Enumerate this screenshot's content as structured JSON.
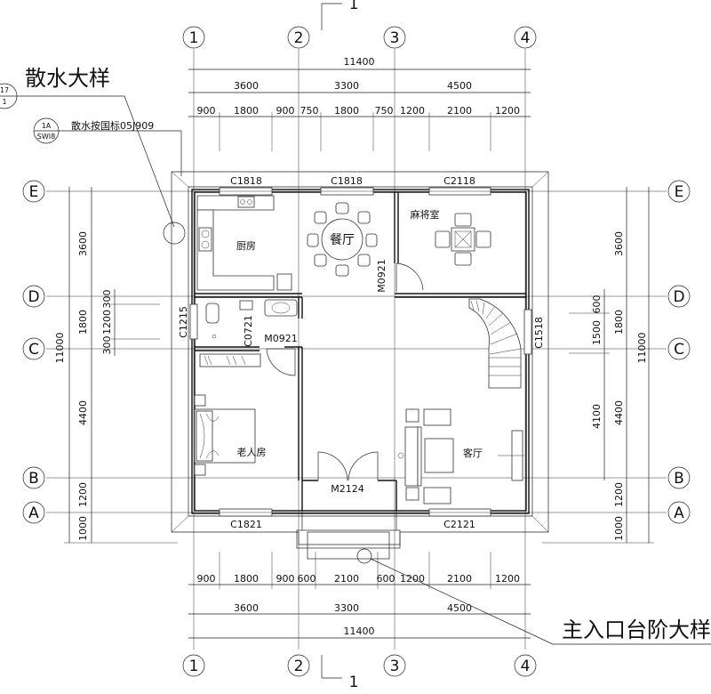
{
  "title_detail_scatter": "散水大样",
  "detail_ref_17": {
    "top": "17",
    "bottom": "1"
  },
  "detail_ref_1a": {
    "top": "1A",
    "bottom": "SWI8",
    "note": "散水按国标05J909"
  },
  "section_mark": "1",
  "title_entrance_steps": "主入口台阶大样",
  "axes_vertical": [
    "1",
    "2",
    "3",
    "4"
  ],
  "axes_horizontal": [
    "E",
    "D",
    "C",
    "B",
    "A"
  ],
  "dims_top": {
    "total": "11400",
    "segments": [
      "3600",
      "3300",
      "4500"
    ],
    "openings": [
      "900",
      "1800",
      "900",
      "750",
      "1800",
      "750",
      "1200",
      "2100",
      "1200"
    ]
  },
  "dims_bottom": {
    "openings": [
      "900",
      "1800",
      "900",
      "600",
      "2100",
      "600",
      "1200",
      "2100",
      "1200"
    ],
    "segments": [
      "3600",
      "3300",
      "4500"
    ],
    "total": "11400"
  },
  "dims_left": {
    "total": "11000",
    "segments": [
      "3600",
      "1800",
      "4400",
      "1200",
      "1000"
    ],
    "openings": [
      "300",
      "1200",
      "300"
    ]
  },
  "dims_right": {
    "total": "11000",
    "segments": [
      "3600",
      "1800",
      "4400",
      "1200",
      "1000"
    ],
    "openings": [
      "600",
      "1500",
      "4100"
    ]
  },
  "windows": {
    "c1818_a": "C1818",
    "c1818_b": "C1818",
    "c2118": "C2118",
    "c1215": "C1215",
    "c1518": "C1518",
    "c1821": "C1821",
    "c2121": "C2121",
    "c0721": "C0721"
  },
  "doors": {
    "m0921_a": "M0921",
    "m0921_b": "M0921",
    "m2124": "M2124"
  },
  "rooms": {
    "kitchen": "厨房",
    "dining": "餐厅",
    "mahjong": "麻将室",
    "elder": "老人房",
    "living": "客厅"
  }
}
